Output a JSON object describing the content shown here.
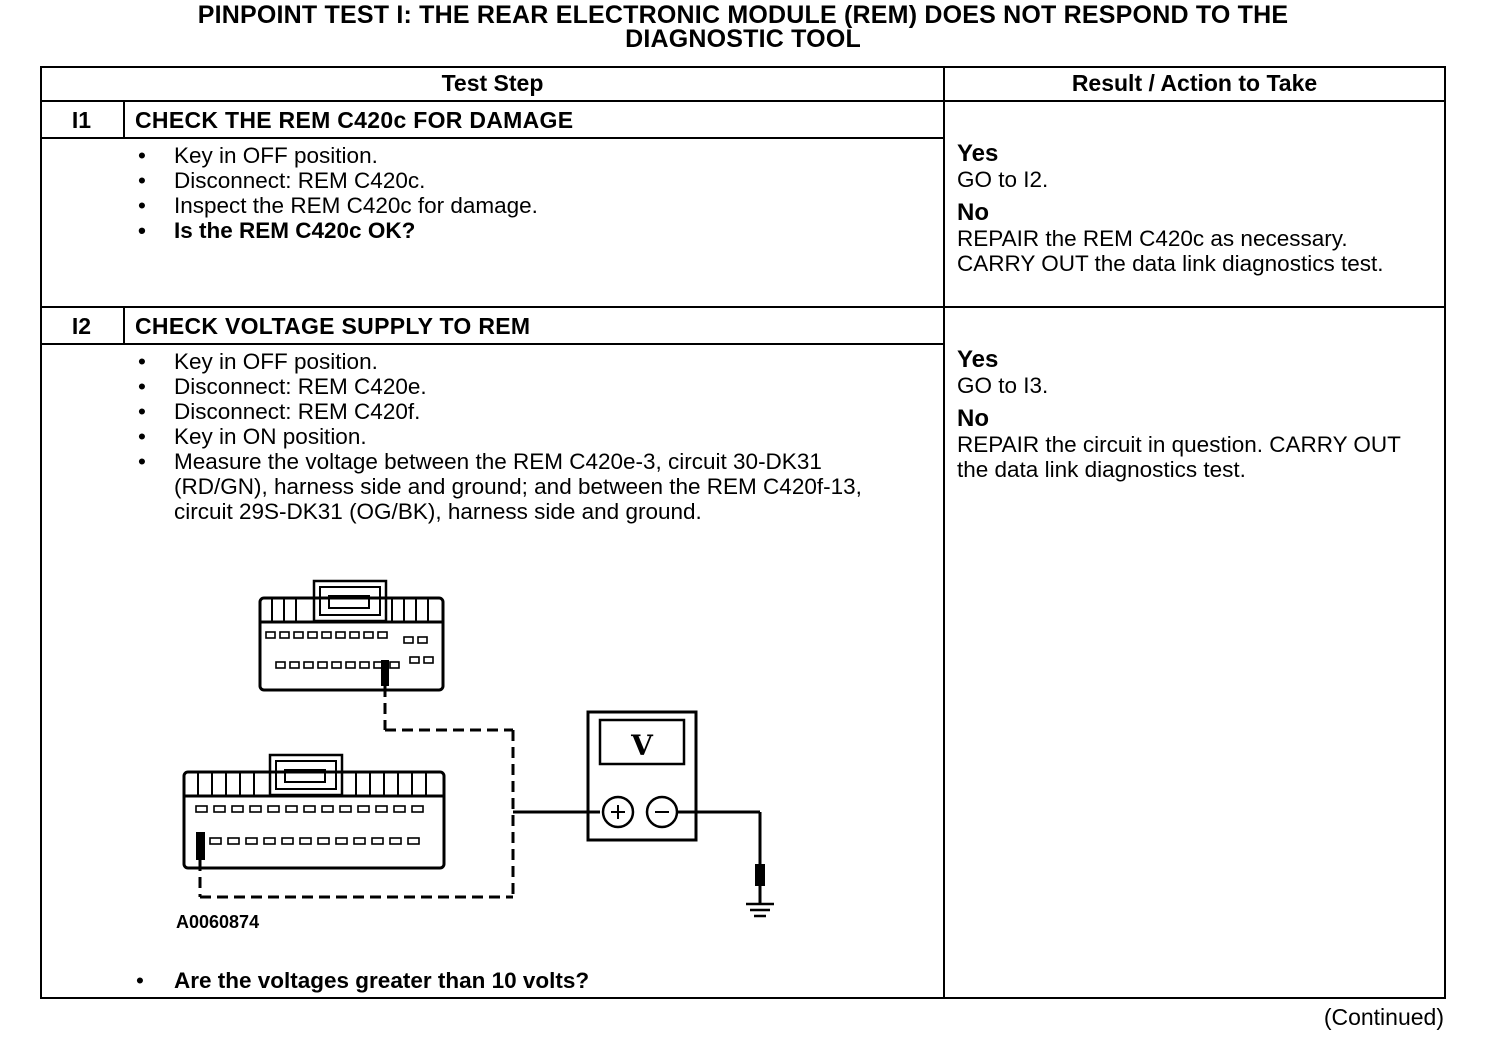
{
  "title": {
    "line1": "PINPOINT TEST I: THE REAR ELECTRONIC MODULE (REM) DOES NOT RESPOND TO THE",
    "line2": "DIAGNOSTIC TOOL"
  },
  "table": {
    "header_test_step": "Test Step",
    "header_result": "Result / Action to Take"
  },
  "steps": [
    {
      "number": "I1",
      "heading": "CHECK THE REM C420c FOR DAMAGE",
      "bullets": [
        "Key in OFF position.",
        "Disconnect: REM C420c.",
        "Inspect the REM C420c for damage."
      ],
      "question": "Is the REM C420c OK?",
      "yes_label": "Yes",
      "yes_action": "GO to I2.",
      "no_label": "No",
      "no_action": "REPAIR the REM C420c as necessary. CARRY OUT the data link diagnostics test."
    },
    {
      "number": "I2",
      "heading": "CHECK VOLTAGE SUPPLY TO REM",
      "bullets": [
        "Key in OFF position.",
        "Disconnect: REM C420e.",
        "Disconnect: REM C420f.",
        "Key in ON position.",
        "Measure the voltage between the REM C420e-3, circuit 30-DK31 (RD/GN), harness side and ground; and between the REM C420f-13, circuit 29S-DK31 (OG/BK), harness side and ground."
      ],
      "figure_id": "A0060874",
      "meter_symbol": "V",
      "question": "Are the voltages greater than 10 volts?",
      "yes_label": "Yes",
      "yes_action": "GO to I3.",
      "no_label": "No",
      "no_action": "REPAIR the circuit in question. CARRY OUT the data link diagnostics test."
    }
  ],
  "footer": {
    "continued": "(Continued)"
  }
}
